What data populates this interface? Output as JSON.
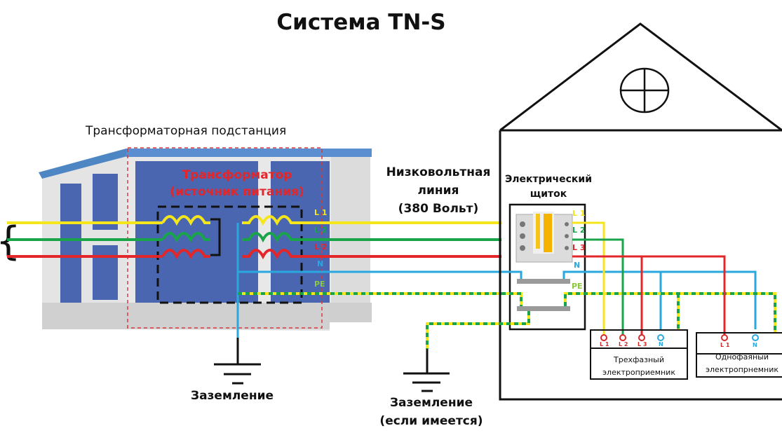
{
  "title": "Система TN-S",
  "labels": {
    "substation": "Трансформаторная подстанция",
    "transformer_line1": "Трансформатор",
    "transformer_line2": "(источник питания)",
    "low_voltage_line1": "Низковольтная",
    "low_voltage_line2": "линия",
    "low_voltage_line3": "(380 Вольт)",
    "panel_line1": "Электрический",
    "panel_line2": "щиток",
    "ground_substation": "Заземление",
    "ground_house_line1": "Заземление",
    "ground_house_line2": "(если имеется)",
    "load3_line1": "Трехфазный",
    "load3_line2": "электроприемник",
    "load1_line1": "Однофаяный",
    "load1_line2": "электропрнемник"
  },
  "wires": [
    {
      "id": "L1",
      "label": "L 1",
      "panel_label": "L 1",
      "color": "#f5e61c"
    },
    {
      "id": "L2",
      "label": "L 2",
      "panel_label": "L 2",
      "color": "#1aa44a"
    },
    {
      "id": "L3",
      "label": "L 2",
      "panel_label": "L 3",
      "color": "#e3262a"
    },
    {
      "id": "N",
      "label": "N",
      "panel_label": "N",
      "color": "#29a8df"
    },
    {
      "id": "PE",
      "label": "PE",
      "panel_label": "PE",
      "color": "#8dc63f"
    }
  ],
  "load3_terminals": [
    {
      "label": "L 1",
      "color": "#d62a2a"
    },
    {
      "label": "L 2",
      "color": "#d62a2a"
    },
    {
      "label": "L 3",
      "color": "#d62a2a"
    },
    {
      "label": "N",
      "color": "#29a8df"
    }
  ],
  "load1_terminals": [
    {
      "label": "L 1",
      "color": "#d62a2a"
    },
    {
      "label": "N",
      "color": "#29a8df"
    }
  ],
  "colors": {
    "substation_blue": "#4a66b0",
    "substation_wall": "#e6e6e6",
    "dashed_red": "#d9393c",
    "outline": "#111111"
  }
}
